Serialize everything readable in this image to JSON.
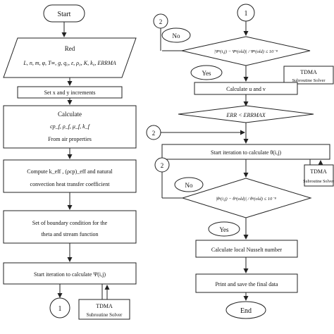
{
  "left": {
    "start": "Start",
    "input_title": "Red",
    "input_vars": "L, n, m, φ, T∞, g, q₀, ε, ρ₀, K, k₀, ERRMA",
    "increments": "Set x and y increments",
    "calc_title": "Calculate",
    "calc_vars": "cp_f, ρ_f, μ_f, k_f",
    "calc_source": "From air properties",
    "compute_line1": "Compute k_eff , (ρcp)_eff and natural",
    "compute_line2": "convection heat transfer coefficient",
    "boundary_line1": "Set of boundary condition for the",
    "boundary_line2": "theta and stream function",
    "iter_psi": "Start iteration to calculate Ψ(i,j)",
    "connector_1": "1",
    "tdma_title": "TDMA",
    "tdma_sub": "Subroutine Solver"
  },
  "right": {
    "connector_1": "1",
    "connector_2a": "2",
    "no_a": "No",
    "psi_check": "|Ψⁿ(i,j) − Ψⁿ(old)| / Ψⁿ(old) ≤ 10⁻⁸",
    "yes_a": "Yes",
    "tdma_a_title": "TDMA",
    "tdma_a_sub": "Subroutine Solver",
    "calc_uv": "Calculate u and v",
    "err_check": "ERR < ERRMAX",
    "connector_2b": "2",
    "iter_theta": "Start iteration to calculate θ(i,j)",
    "connector_2c": "2",
    "tdma_b_title": "TDMA",
    "tdma_b_sub": "Subroutine Solver",
    "no_b": "No",
    "theta_check": "|θⁿ(i,j) − θⁿ(old)| / θⁿ(old) ≤ 10⁻⁸",
    "yes_b": "Yes",
    "nusselt": "Calculate local Nusselt number",
    "print": "Print and save the final data",
    "end": "End"
  }
}
